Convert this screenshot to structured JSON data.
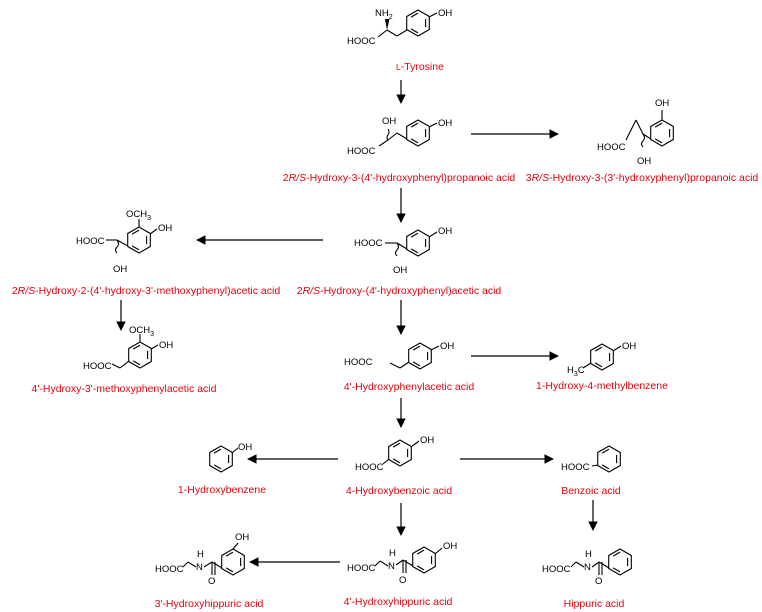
{
  "colors": {
    "label": "#e8000b",
    "structure": "#000000"
  },
  "compounds": {
    "tyrosine": {
      "name_prefix": "L",
      "name_rest": "-Tyrosine",
      "atoms": {
        "nh2": "NH",
        "nh2_sub": "2",
        "oh": "OH",
        "cooh": "HOOC"
      }
    },
    "c2hpp": {
      "name_a": "2",
      "name_b": "R/S",
      "name_c": "-Hydroxy-3-(4'-hydroxyphenyl)propanoic acid",
      "atoms": {
        "oh_side": "OH",
        "oh_ring": "OH",
        "cooh": "HOOC"
      }
    },
    "c3hpp": {
      "name_a": "3",
      "name_b": "R/S",
      "name_c": "-Hydroxy-3-(3'-hydroxyphenyl)propanoic acid",
      "atoms": {
        "oh_ring": "OH",
        "oh_side": "OH",
        "cooh": "HOOC"
      }
    },
    "c2hpa": {
      "name_a": "2",
      "name_b": "R/S",
      "name_c": "-Hydroxy-(4'-hydroxyphenyl)acetic acid",
      "atoms": {
        "oh_ring": "OH",
        "oh_side": "OH",
        "cooh": "HOOC"
      }
    },
    "c2hmpa": {
      "name_a": "2",
      "name_b": "R/S",
      "name_c": "-Hydroxy-2-(4'-hydroxy-3'-methoxyphenyl)acetic acid",
      "atoms": {
        "och3": "OCH",
        "och3_sub": "3",
        "oh_ring": "OH",
        "oh_side": "OH",
        "cooh": "HOOC"
      }
    },
    "hmpla": {
      "name": "4'-Hydroxy-3'-methoxyphenylacetic acid",
      "atoms": {
        "och3": "OCH",
        "och3_sub": "3",
        "oh_ring": "OH",
        "cooh": "HOOC"
      }
    },
    "hppa": {
      "name": "4'-Hydroxyphenylacetic acid",
      "atoms": {
        "oh_ring": "OH",
        "cooh": "HOOC"
      }
    },
    "methylbenzene": {
      "name": "1-Hydroxy-4-methylbenzene",
      "atoms": {
        "oh_ring": "OH",
        "ch3": "H",
        "ch3_sub": "3",
        "ch3_c": "C"
      }
    },
    "hydroxybenzene": {
      "name": "1-Hydroxybenzene",
      "atoms": {
        "oh_ring": "OH"
      }
    },
    "hba": {
      "name": "4-Hydroxybenzoic acid",
      "atoms": {
        "oh_ring": "OH",
        "cooh": "HOOC"
      }
    },
    "benzoic": {
      "name": "Benzoic acid",
      "atoms": {
        "cooh": "HOOC"
      }
    },
    "hha3": {
      "name": "3'-Hydroxyhippuric acid",
      "atoms": {
        "oh_ring": "OH",
        "nh": "H",
        "n": "N",
        "o": "O",
        "cooh": "HOOC"
      }
    },
    "hha4": {
      "name": "4'-Hydroxyhippuric acid",
      "atoms": {
        "oh_ring": "OH",
        "nh": "H",
        "n": "N",
        "o": "O",
        "cooh": "HOOC"
      }
    },
    "hippuric": {
      "name": "Hippuric acid",
      "atoms": {
        "nh": "H",
        "n": "N",
        "o": "O",
        "cooh": "HOOC"
      }
    }
  }
}
